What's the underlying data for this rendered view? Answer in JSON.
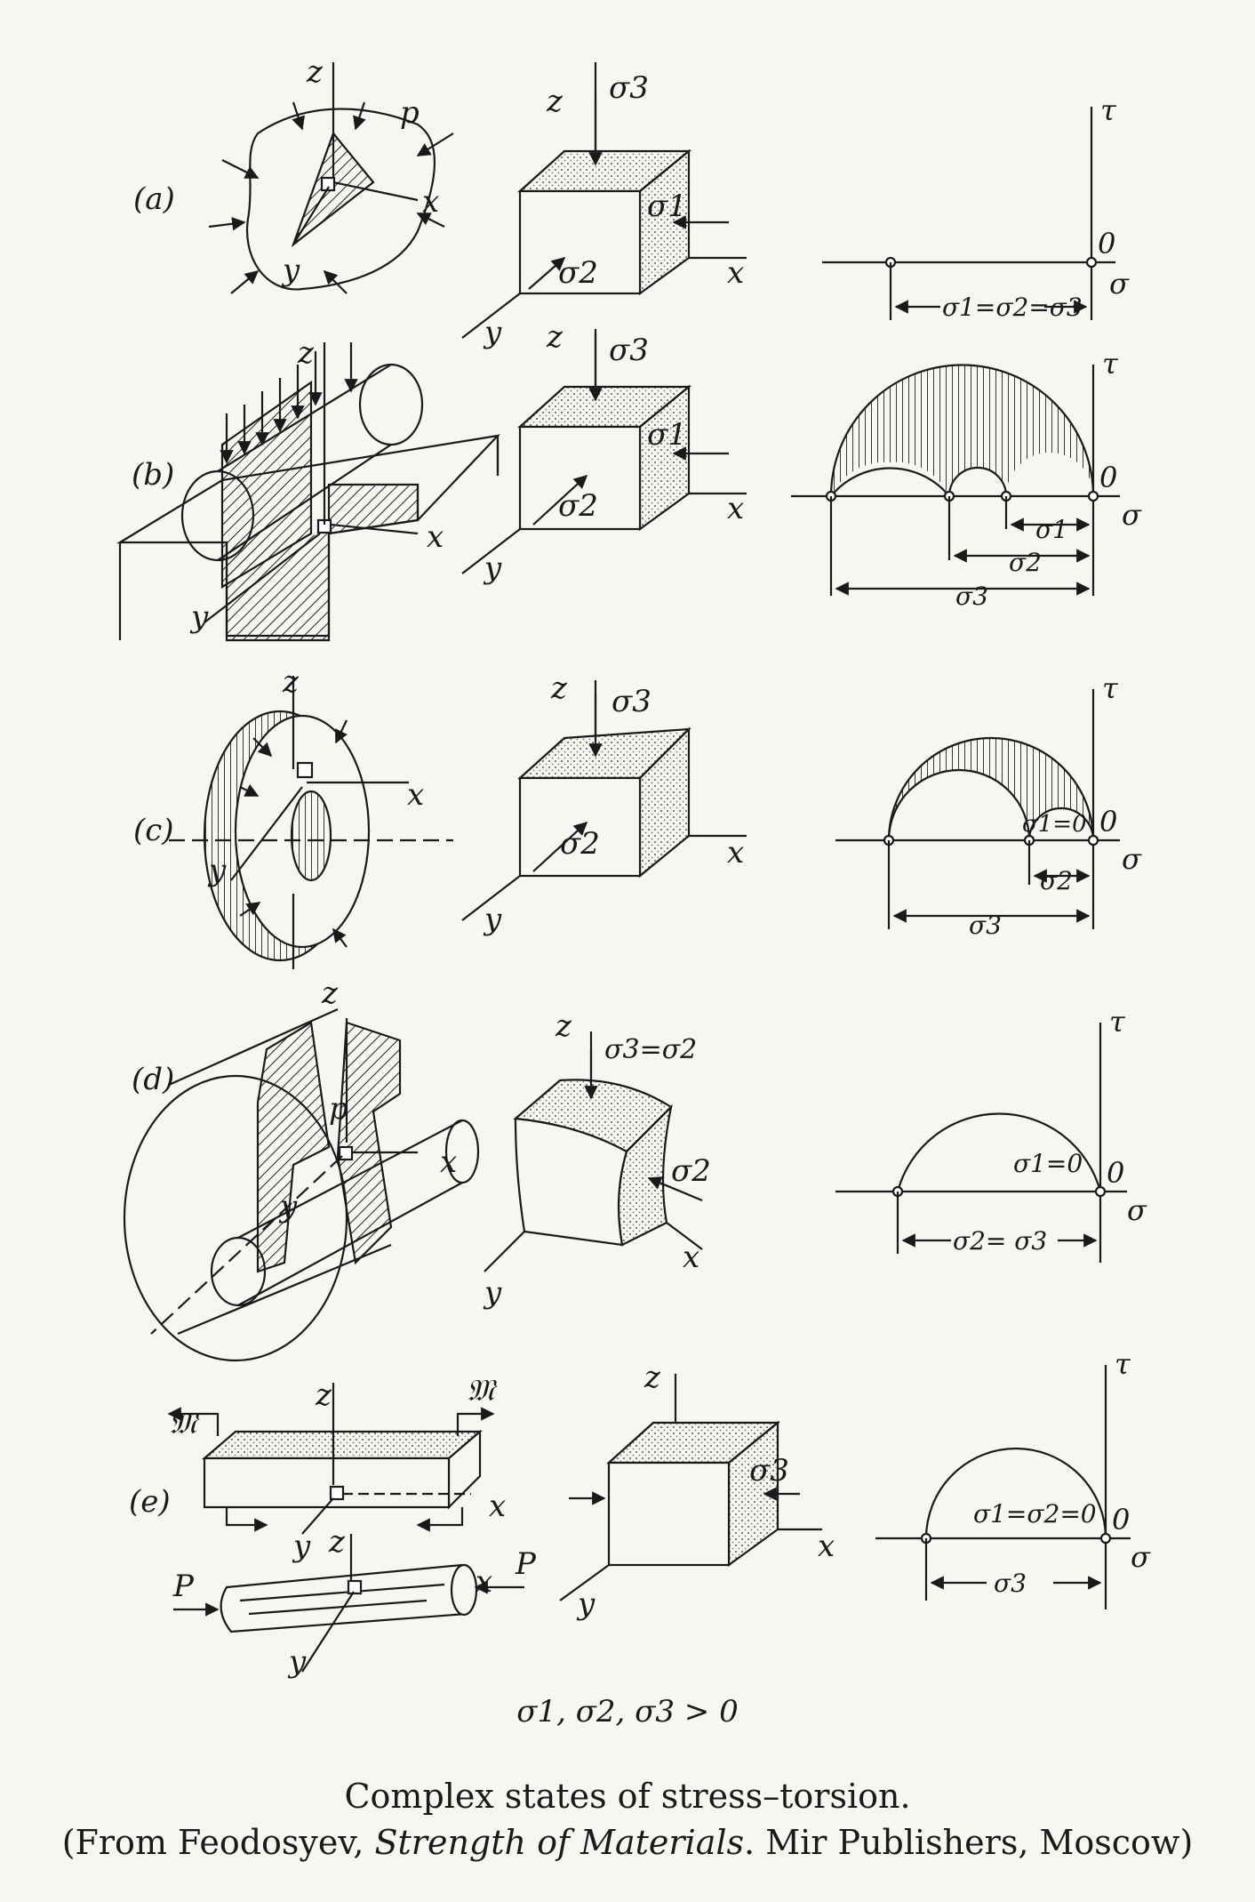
{
  "rows": [
    {
      "id": "a",
      "row_label": "(a)",
      "body": {
        "axes": [
          "z",
          "x",
          "y"
        ],
        "load_label": "p"
      },
      "element": {
        "axes": [
          "z",
          "x",
          "y"
        ],
        "stresses": [
          "σ3",
          "σ1",
          "σ2"
        ]
      },
      "mohr": {
        "tau_label": "τ",
        "sigma_label": "σ",
        "origin_label": "0",
        "dims": [
          "σ1=σ2=σ3"
        ]
      }
    },
    {
      "id": "b",
      "row_label": "(b)",
      "body": {
        "axes": [
          "z",
          "x",
          "y"
        ]
      },
      "element": {
        "axes": [
          "z",
          "x",
          "y"
        ],
        "stresses": [
          "σ3",
          "σ1",
          "σ2"
        ]
      },
      "mohr": {
        "tau_label": "τ",
        "sigma_label": "σ",
        "origin_label": "0",
        "dims": [
          "σ1",
          "σ2",
          "σ3"
        ]
      }
    },
    {
      "id": "c",
      "row_label": "(c)",
      "body": {
        "axes": [
          "z",
          "x",
          "y"
        ]
      },
      "element": {
        "axes": [
          "z",
          "x",
          "y"
        ],
        "stresses": [
          "σ3",
          "σ2"
        ]
      },
      "mohr": {
        "tau_label": "τ",
        "sigma_label": "σ",
        "origin_label": "0",
        "inner_label": "σ1=0",
        "dims": [
          "σ2",
          "σ3"
        ]
      }
    },
    {
      "id": "d",
      "row_label": "(d)",
      "body": {
        "axes": [
          "z",
          "x",
          "y"
        ],
        "load_label": "p"
      },
      "element": {
        "axes": [
          "z",
          "x",
          "y"
        ],
        "stresses": [
          "σ3=σ2",
          "σ2"
        ]
      },
      "mohr": {
        "tau_label": "τ",
        "sigma_label": "σ",
        "origin_label": "0",
        "inner_label": "σ1=0",
        "dims": [
          "σ2= σ3"
        ]
      }
    },
    {
      "id": "e",
      "row_label": "(e)",
      "body": {
        "axes": [
          "z",
          "x",
          "y"
        ],
        "moment_label": "𝔐",
        "force_label": "P"
      },
      "element": {
        "axes": [
          "z",
          "x",
          "y"
        ],
        "stresses": [
          "σ3"
        ]
      },
      "mohr": {
        "tau_label": "τ",
        "sigma_label": "σ",
        "origin_label": "0",
        "inner_label": "σ1=σ2=0",
        "dims": [
          "σ3"
        ]
      }
    }
  ],
  "condition": "σ1, σ2, σ3 > 0",
  "caption": {
    "line1": "Complex states of stress–torsion.",
    "line2_prefix": "(From Feodosyev, ",
    "line2_title": "Strength of Materials",
    "line2_suffix": ". Mir Publishers, Moscow)"
  }
}
